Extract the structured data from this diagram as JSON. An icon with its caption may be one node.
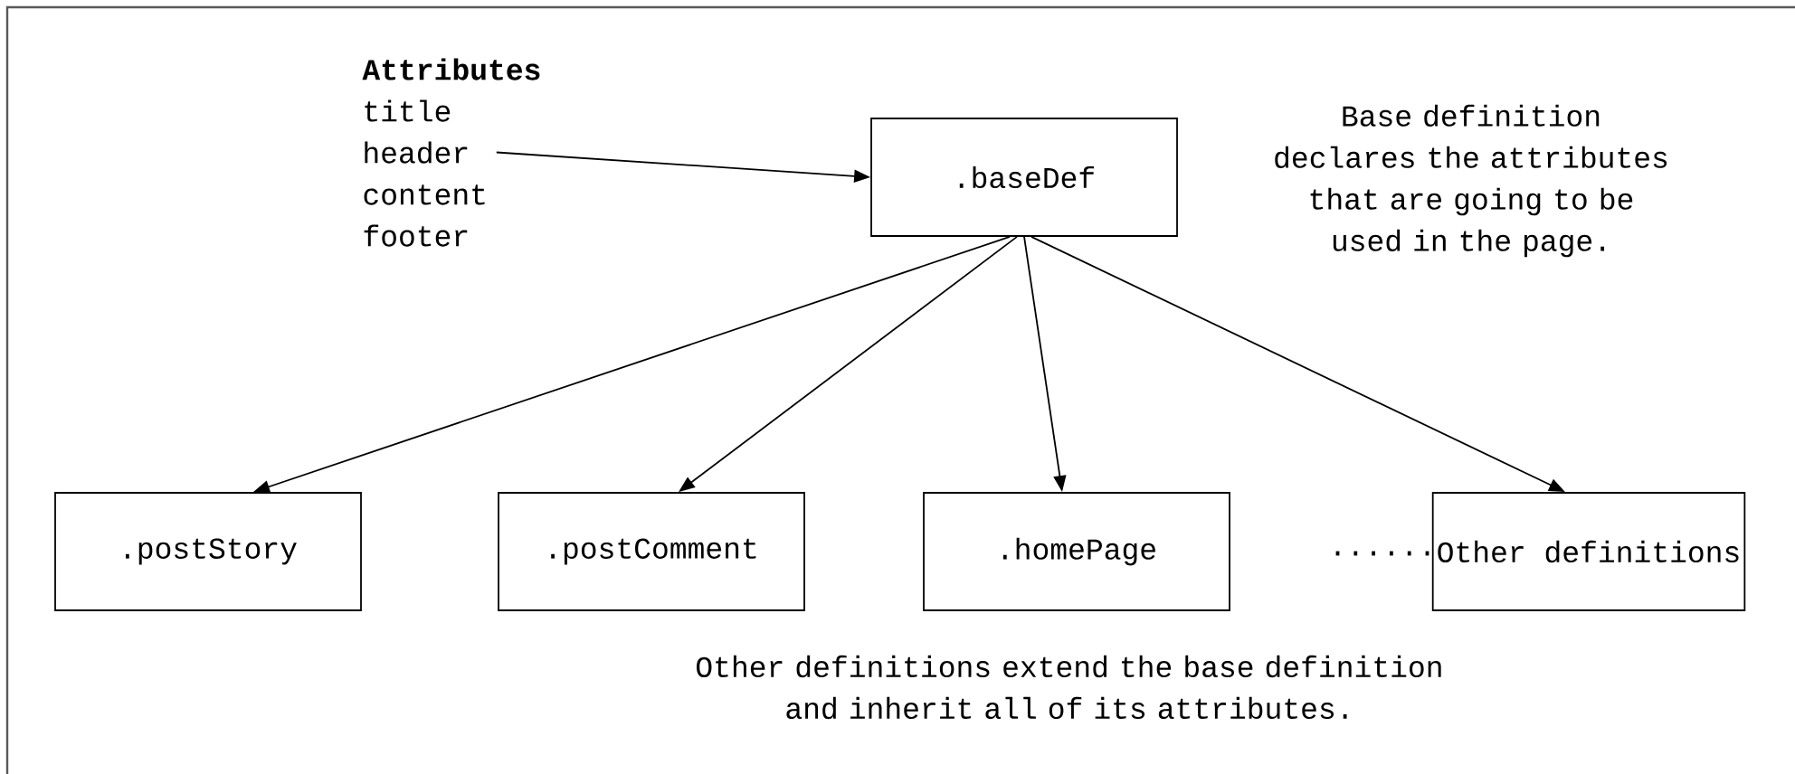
{
  "diagram": {
    "nodes": [
      {
        "text": [
          "Attributes",
          "title header content footer"
        ]
      },
      {
        "text": [
          ".baseDef"
        ]
      },
      {
        "text": [
          ".postStory"
        ]
      },
      {
        "text": [
          ".postComment"
        ]
      },
      {
        "text": [
          ".homePage"
        ]
      },
      {
        "text": [
          "Other definitions"
        ]
      }
    ],
    "edges": [
      {
        "from": 0,
        "to": 1,
        "arrow": "to"
      },
      {
        "from": 1,
        "to": 2,
        "arrow": "to"
      },
      {
        "from": 1,
        "to": 3,
        "arrow": "to"
      },
      {
        "from": 1,
        "to": 4,
        "arrow": "to"
      },
      {
        "from": 1,
        "to": 5,
        "arrow": "to"
      }
    ],
    "labels": [
      "......",
      "Base definition declares the attributes that are going to be used in the page.",
      "Other definitions extend the base definition and inherit all of its attributes."
    ]
  }
}
